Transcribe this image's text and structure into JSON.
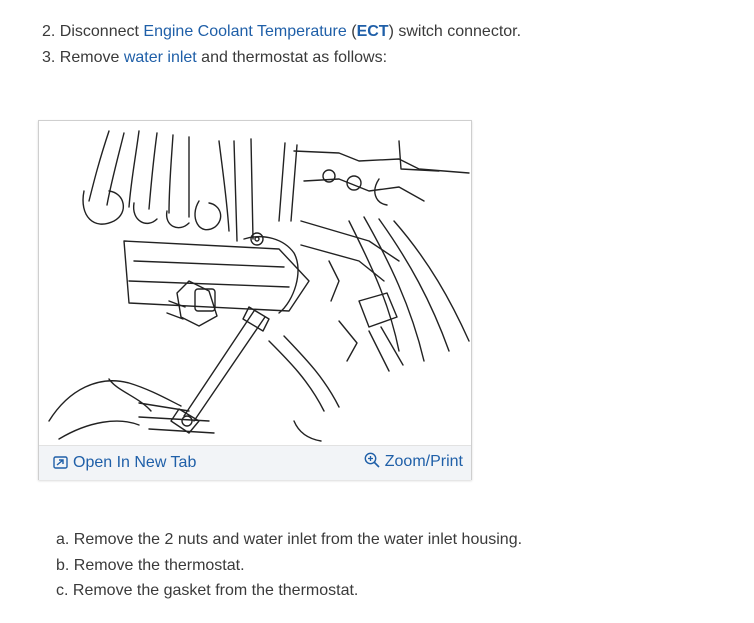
{
  "steps": {
    "step2": {
      "prefix": "2. Disconnect ",
      "link": "Engine Coolant Temperature",
      "open_paren": " (",
      "abbr": "ECT",
      "suffix": ") switch connector."
    },
    "step3": {
      "prefix": "3. Remove ",
      "link": "water inlet",
      "suffix": " and thermostat as follows:"
    }
  },
  "figure": {
    "open_label": "Open In New Tab",
    "zoom_label": "Zoom/Print",
    "open_icon": "external-link-icon",
    "zoom_icon": "zoom-in-icon",
    "accent": "#1f5fa8"
  },
  "substeps": [
    "a. Remove the 2 nuts and water inlet from the water inlet housing.",
    "b. Remove the thermostat.",
    "c. Remove the gasket from the thermostat."
  ]
}
